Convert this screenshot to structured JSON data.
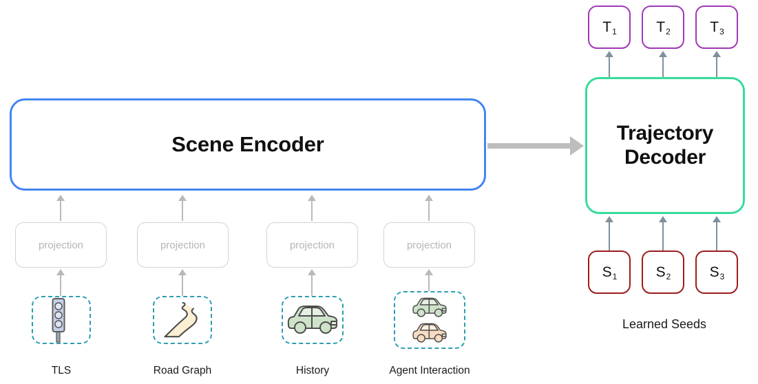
{
  "diagram": {
    "encoder": {
      "label": "Scene Encoder",
      "color": "#4285f4"
    },
    "decoder": {
      "label": "Trajectory Decoder",
      "line1": "Trajectory",
      "line2": "Decoder",
      "color": "#36dc9a"
    },
    "flow_arrow": {
      "color": "#bdbdbd"
    },
    "projection_label": "projection",
    "inputs": [
      {
        "caption": "TLS",
        "icon": "traffic-light-icon",
        "projection": "projection"
      },
      {
        "caption": "Road Graph",
        "icon": "winding-road-icon",
        "projection": "projection"
      },
      {
        "caption": "History",
        "icon": "single-car-icon",
        "projection": "projection"
      },
      {
        "caption": "Agent Interaction",
        "icon": "two-cars-icon",
        "projection": "projection"
      }
    ],
    "outputs": {
      "color": "#a236b8",
      "tokens": [
        {
          "base": "T",
          "sub": "1"
        },
        {
          "base": "T",
          "sub": "2"
        },
        {
          "base": "T",
          "sub": "3"
        }
      ]
    },
    "seeds": {
      "color": "#9c1c1c",
      "caption": "Learned Seeds",
      "tokens": [
        {
          "base": "S",
          "sub": "1"
        },
        {
          "base": "S",
          "sub": "2"
        },
        {
          "base": "S",
          "sub": "3"
        }
      ]
    },
    "palette": {
      "dashed_border": "#2b9eb3",
      "arrow_gray": "#b9b9b9",
      "arrow_slate": "#7f909c",
      "car_green": "#cfe3ca",
      "car_peach": "#f7dcc2",
      "road_cream": "#fbefd3",
      "tls_blue": "#c5cfe8",
      "outline_dark": "#4d4d4d"
    }
  }
}
